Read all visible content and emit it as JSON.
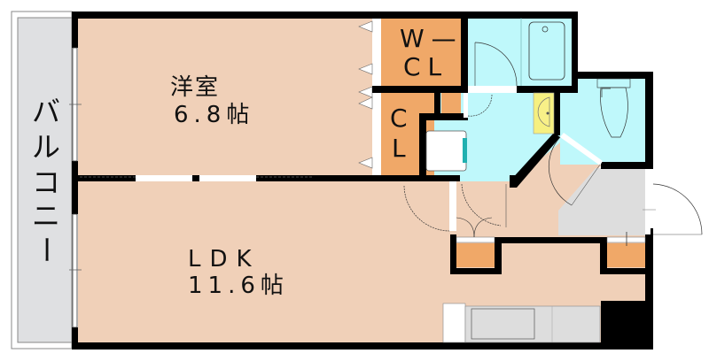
{
  "floor_plan": {
    "colors": {
      "wall": "#000000",
      "room_floor": "#f0d0b8",
      "closet": "#f0a868",
      "wet_area": "#bff8fb",
      "entrance": "#dddddd",
      "balcony": "#dfe0e2",
      "sink": "#f6f080",
      "washer_accent": "#20b0b0"
    },
    "rooms": {
      "western_room": {
        "name": "洋室",
        "size": "6.8帖"
      },
      "ldk": {
        "name": "LDK",
        "size": "11.6帖"
      },
      "walk_in_closet": {
        "line1": "W—",
        "line2": "CL"
      },
      "closet": {
        "line1": "C",
        "line2": "L"
      },
      "balcony": {
        "chars": [
          "バ",
          "ル",
          "コ",
          "ニ",
          "ー"
        ]
      }
    }
  }
}
